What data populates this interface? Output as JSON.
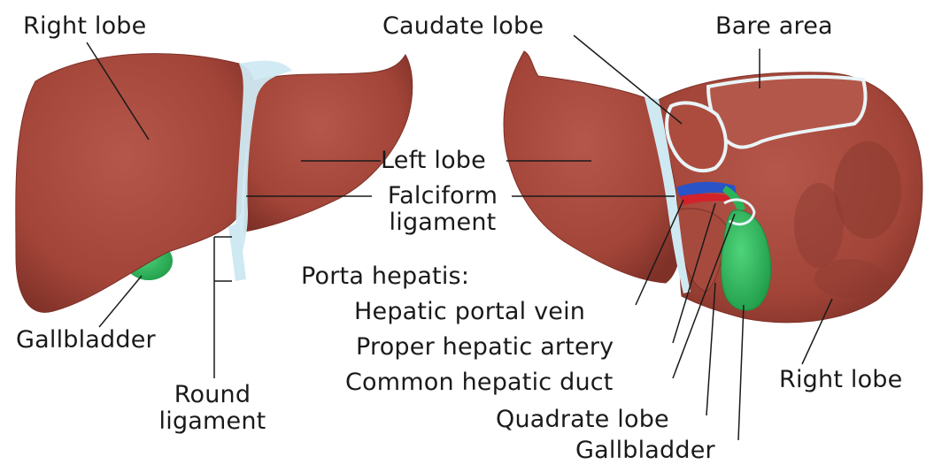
{
  "labels": {
    "right_lobe_anterior": "Right lobe",
    "caudate_lobe": "Caudate lobe",
    "bare_area": "Bare area",
    "left_lobe": "Left lobe",
    "falciform_line1": "Falciform",
    "falciform_line2": "ligament",
    "porta_hepatis": "Porta hepatis:",
    "hepatic_portal_vein": "Hepatic portal vein",
    "proper_hepatic_artery": "Proper hepatic artery",
    "common_hepatic_duct": "Common hepatic duct",
    "quadrate_lobe": "Quadrate lobe",
    "gallbladder_posterior": "Gallbladder",
    "gallbladder_anterior": "Gallbladder",
    "round_line1": "Round",
    "round_line2": "ligament",
    "right_lobe_posterior": "Right lobe"
  },
  "colors": {
    "liver": "#a6483c",
    "liver_shadow": "#8a3a30",
    "ligament": "#cfe9f2",
    "gallbladder": "#2bb35a",
    "vein": "#2a53c8",
    "artery": "#d2222a",
    "leader": "#1a1a1a"
  }
}
